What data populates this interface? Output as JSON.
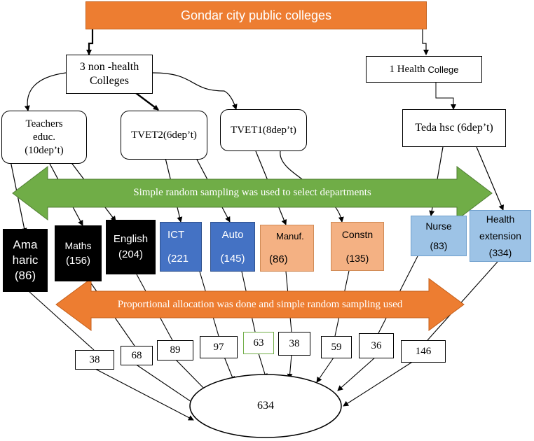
{
  "top_title": "Gondar city public colleges",
  "non_health": {
    "line1": "3 non -health",
    "line2": "Colleges"
  },
  "health_college": {
    "prefix": "1 Health",
    "suffix": "College"
  },
  "colleges": {
    "teachers": {
      "line1": "Teachers",
      "line2": "educ.",
      "line3": "(10dep’t)"
    },
    "tvet2": "TVET2(6dep’t)",
    "tvet1": "TVET1(8dep’t)",
    "teda": "Teda hsc (6dep’t)"
  },
  "banner_green": "Simple random sampling was used to select departments",
  "banner_orange": "Proportional allocation was done and simple random sampling used",
  "departments": [
    {
      "line1": "Ama",
      "line2": "haric",
      "count": "(86)",
      "color": "#000000"
    },
    {
      "line1": "Maths",
      "line2": "",
      "count": "(156)",
      "color": "#000000"
    },
    {
      "line1": "English",
      "line2": "",
      "count": "(204)",
      "color": "#000000"
    },
    {
      "line1": "ICT",
      "line2": "",
      "count": "(221",
      "color": "#4472C4"
    },
    {
      "line1": "Auto",
      "line2": "",
      "count": "(145)",
      "color": "#4472C4"
    },
    {
      "line1": "Manuf.",
      "line2": "",
      "count": "(86)",
      "color": "#F4B183"
    },
    {
      "line1": "Constn",
      "line2": "",
      "count": "(135)",
      "color": "#F4B183"
    },
    {
      "line1": "Nurse",
      "line2": "",
      "count": "(83)",
      "color": "#9DC3E6"
    },
    {
      "line1": "Health",
      "line2": "extension",
      "count": "(334)",
      "color": "#9DC3E6"
    }
  ],
  "samples": [
    "38",
    "68",
    "89",
    "97",
    "63",
    "38",
    "59",
    "36",
    "146"
  ],
  "total": "634",
  "colors": {
    "orange": "#ED7D31",
    "green": "#70AD47",
    "blue": "#4472C4",
    "salmon": "#F4B183",
    "lightblue": "#9DC3E6"
  }
}
